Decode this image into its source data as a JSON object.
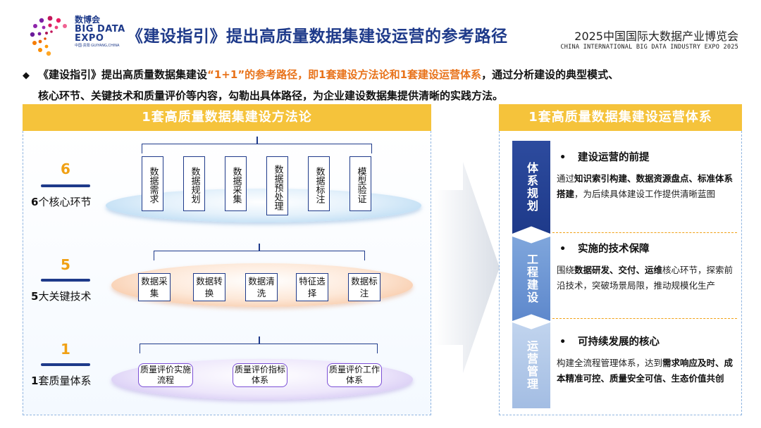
{
  "header": {
    "logo": {
      "cn": "数博会",
      "en1": "BIG DATA",
      "en2": "EXPO",
      "sub": "中国·贵阳 GUIYANG,CHINA"
    },
    "title": "《建设指引》提出高质量数据集建设运营的参考路径",
    "expo_cn": "2025中国国际大数据产业博览会",
    "expo_en": "CHINA INTERNATIONAL BIG DATA INDUSTRY EXPO 2025"
  },
  "intro": {
    "bullet": "◆",
    "part1": "《建设指引》提出高质量数据集建设",
    "highlight": "“1+1”的参考路径，即1套建设方法论和1套建设运营体系",
    "part2": "，通过分析建设的典型模式、",
    "line2": "核心环节、关键技术和质量评价等内容，勾勒出具体路径，为企业建设数据集提供清晰的实践方法。"
  },
  "left": {
    "heading": "1套高质量数据集建设方法论",
    "rows": [
      {
        "num": "6",
        "label_num": "6",
        "label_text": "个核心环节",
        "items": [
          "数据需求",
          "数据规划",
          "数据采集",
          "数据预处理",
          "数据标注",
          "模型验证"
        ]
      },
      {
        "num": "5",
        "label_num": "5",
        "label_text": "大关键技术",
        "items": [
          "数据采集",
          "数据转换",
          "数据清洗",
          "特征选择",
          "数据标注"
        ]
      },
      {
        "num": "1",
        "label_num": "1",
        "label_text": "套质量体系",
        "items": [
          "质量评价实施流程",
          "质量评价指标体系",
          "质量评价工作体系"
        ]
      }
    ]
  },
  "right": {
    "heading": "1套高质量数据集建设运营体系",
    "tabs": [
      "体系规划",
      "工程建设",
      "运营管理"
    ],
    "cards": [
      {
        "bullet": "•",
        "title": "建设运营的前提",
        "body": [
          "通过",
          "知识索引构建、数据资源盘点、标准体系搭建",
          "，为后续具体建设工作提供清晰蓝图"
        ]
      },
      {
        "bullet": "•",
        "title": "实施的技术保障",
        "body": [
          "围绕",
          "数据研发、交付、运维",
          "核心环节，探索前沿技术，突破场景局限，推动规模化生产"
        ]
      },
      {
        "bullet": "•",
        "title": "可持续发展的核心",
        "body": [
          "构建全流程管理体系，达到",
          "需求响应及时、成本精准可控、质量安全可信、生态价值共创",
          ""
        ]
      }
    ]
  },
  "colors": {
    "navy": "#1e3a8a",
    "gold": "#f5c33b",
    "orange": "#e8731b",
    "purple": "#7b4fd6"
  }
}
